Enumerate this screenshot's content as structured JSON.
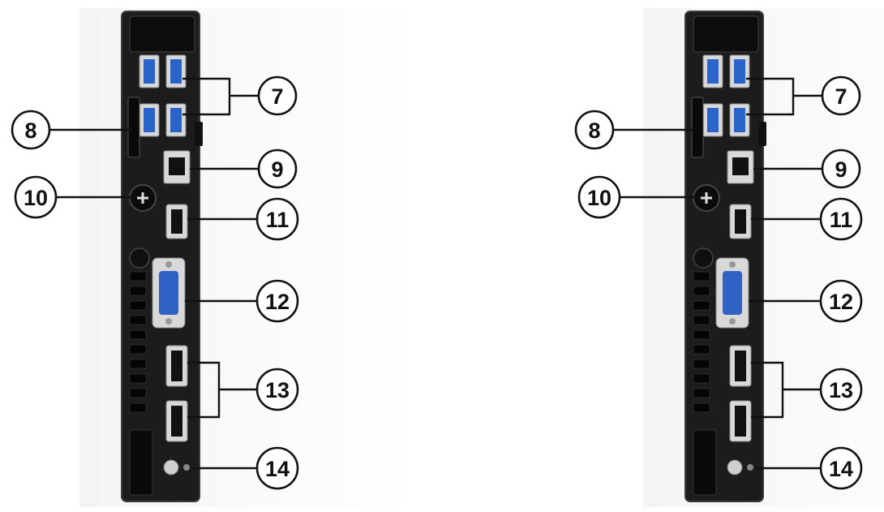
{
  "callouts": [
    {
      "id": "7",
      "label": "7"
    },
    {
      "id": "8",
      "label": "8"
    },
    {
      "id": "9",
      "label": "9"
    },
    {
      "id": "10",
      "label": "10"
    },
    {
      "id": "11",
      "label": "11"
    },
    {
      "id": "12",
      "label": "12"
    },
    {
      "id": "13",
      "label": "13"
    },
    {
      "id": "14",
      "label": "14"
    }
  ],
  "colors": {
    "chassis": "#1c1c1c",
    "chassis_edge": "#3a3a3a",
    "usb_blue": "#2a63c9",
    "vga_blue": "#2f62c4"
  }
}
